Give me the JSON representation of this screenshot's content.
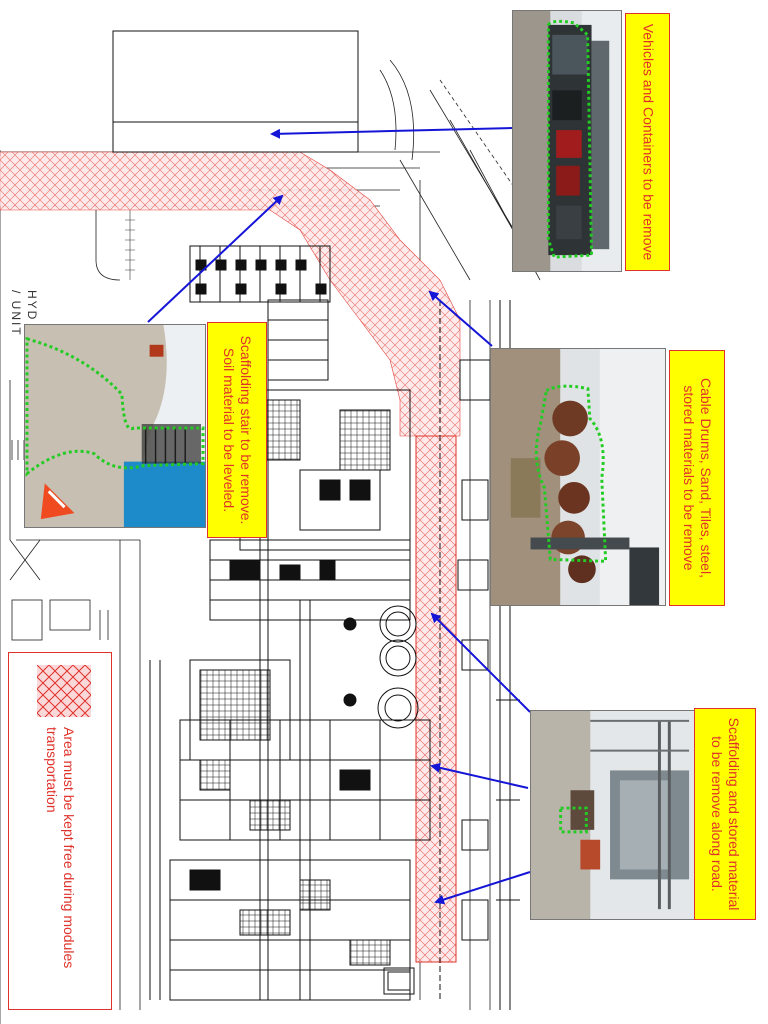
{
  "callouts": {
    "vehicles": "Vehicles and Containers to be remove",
    "cable_drums": "Cable Drums, Sand, Tiles, steel, stored materials to be remove",
    "scaffolding_stair": "Scaffolding stair to be remove. Soil material to be leveled.",
    "scaffolding_road": "Scaffolding and stored material to be remove along road."
  },
  "legend": {
    "label": "Area must be kept free during modules transportation"
  },
  "drawing": {
    "unit_label": "HYD UNIT"
  },
  "colors": {
    "callout_fill": "#ffff00",
    "callout_text": "#e0322a",
    "hatch": "#e0322a",
    "arrow": "#1515d8",
    "dashed_outline": "#22cc22"
  }
}
